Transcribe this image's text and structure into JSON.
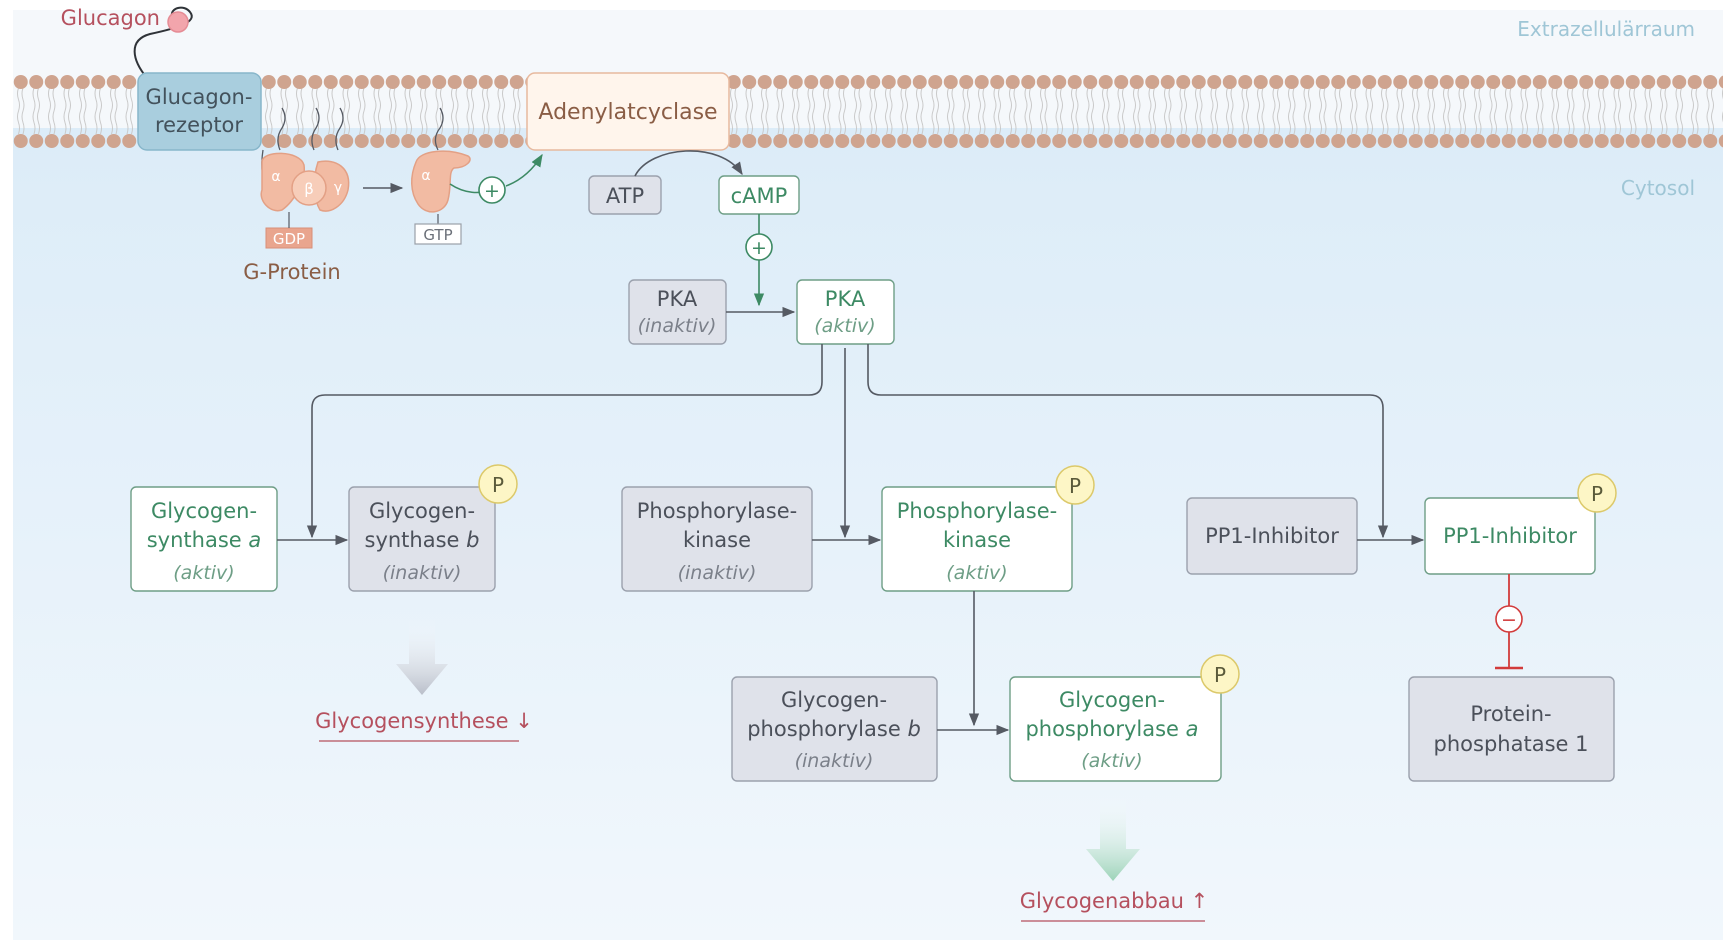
{
  "regions": {
    "extracellular": "Extrazellulärraum",
    "cytosol": "Cytosol"
  },
  "glucagon": "Glucagon",
  "receptor": {
    "line1": "Glucagon-",
    "line2": "rezeptor"
  },
  "adenylatcyclase": "Adenylatcyclase",
  "gprotein": {
    "label": "G-Protein",
    "alpha": "α",
    "beta": "β",
    "gamma": "γ",
    "gdp": "GDP",
    "gtp": "GTP"
  },
  "atp": "ATP",
  "camp": "cAMP",
  "plus": "+",
  "minus": "−",
  "phospho": "P",
  "pka_inactive": {
    "name": "PKA",
    "state": "(inaktiv)"
  },
  "pka_active": {
    "name": "PKA",
    "state": "(aktiv)"
  },
  "gs_a": {
    "line1": "Glycogen-",
    "line2": "synthase",
    "letter": "a",
    "state": "(aktiv)"
  },
  "gs_b": {
    "line1": "Glycogen-",
    "line2": "synthase",
    "letter": "b",
    "state": "(inaktiv)"
  },
  "phk_inactive": {
    "line1": "Phosphorylase-",
    "line2": "kinase",
    "state": "(inaktiv)"
  },
  "phk_active": {
    "line1": "Phosphorylase-",
    "line2": "kinase",
    "state": "(aktiv)"
  },
  "pp1i_inactive": "PP1-Inhibitor",
  "pp1i_active": "PP1-Inhibitor",
  "pp1": {
    "line1": "Protein-",
    "line2": "phosphatase 1"
  },
  "gp_b": {
    "line1": "Glycogen-",
    "line2": "phosphorylase",
    "letter": "b",
    "state": "(inaktiv)"
  },
  "gp_a": {
    "line1": "Glycogen-",
    "line2": "phosphorylase",
    "letter": "a",
    "state": "(aktiv)"
  },
  "outcome_synthesis": "Glycogensynthese ↓",
  "outcome_breakdown": "Glycogenabbau ↑",
  "colors": {
    "green": "#3d8a64",
    "red": "#b5505e",
    "grey_box": "#dfe2ea",
    "membrane_head": "#cfa48f",
    "receptor": "#9ec4d5",
    "gprotein": "#f2bba3",
    "cytosol": "#e9f3fb"
  }
}
